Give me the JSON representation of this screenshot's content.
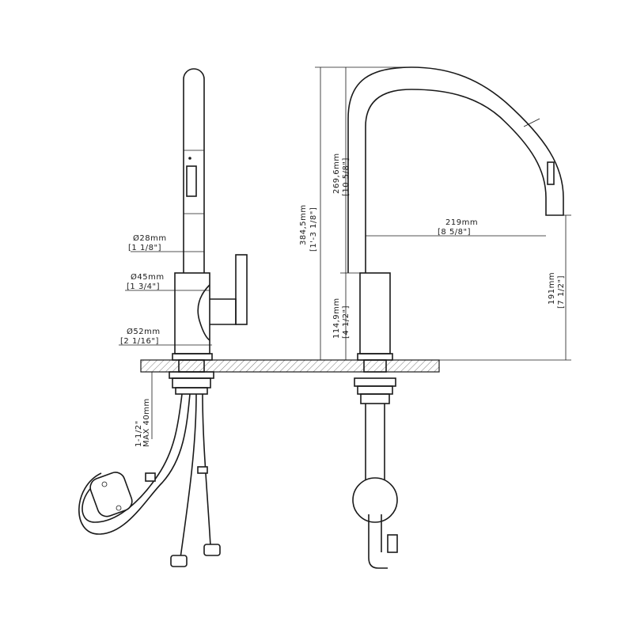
{
  "drawing": {
    "side_view": {
      "spout_diameter": {
        "mm": "Ø28mm",
        "inch": "[1 1/8\"]"
      },
      "body_diameter": {
        "mm": "Ø45mm",
        "inch": "[1 3/4\"]"
      },
      "base_diameter": {
        "mm": "Ø52mm",
        "inch": "[2 1/16\"]"
      },
      "deck_thickness": {
        "inch": "1-1/2\"",
        "mm": "MAX 40mm"
      }
    },
    "front_view": {
      "total_height": {
        "mm": "384,5mm",
        "inch": "[1'-3 1/8\"]"
      },
      "spout_height": {
        "mm": "269,6mm",
        "inch": "[10 5/8\"]"
      },
      "body_height": {
        "mm": "114,9mm",
        "inch": "[4 1/2\"]"
      },
      "spout_reach": {
        "mm": "219mm",
        "inch": "[8 5/8\"]"
      },
      "outlet_height": {
        "mm": "191mm",
        "inch": "[7 1/2\"]"
      }
    }
  }
}
